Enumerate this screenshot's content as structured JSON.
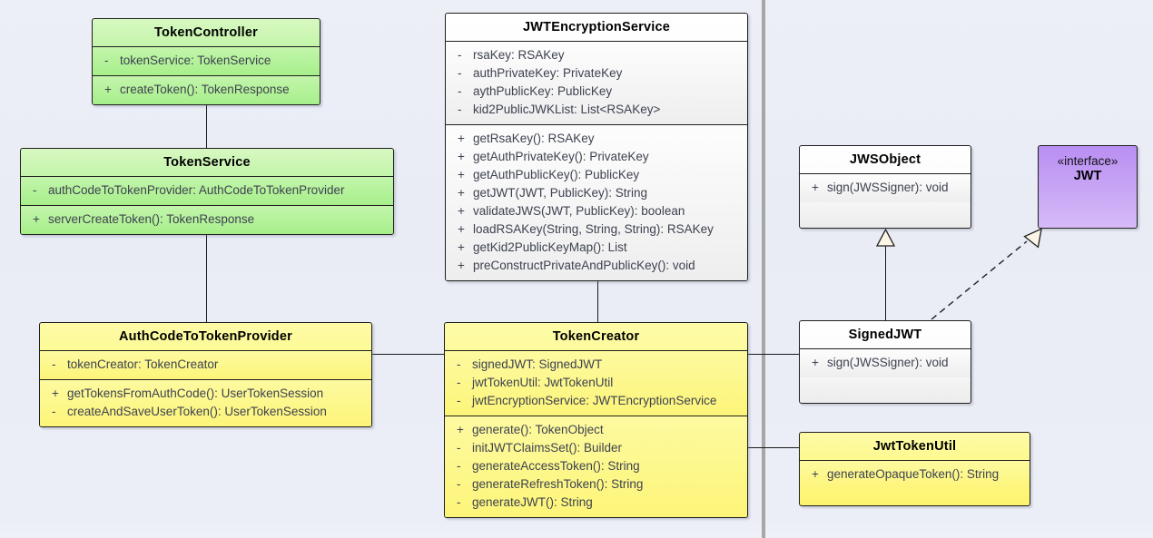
{
  "diagram": {
    "type": "uml-class-diagram",
    "background_color": "#eceef7",
    "divider_color": "#a6a6a6",
    "palette": {
      "green": "#a7ef8b",
      "yellow": "#fdf46f",
      "white": "#ffffff",
      "purple": "#c6a2f4",
      "border": "#1f1f1f",
      "arrow_fill": "#fdf5e6"
    }
  },
  "classes": {
    "token_controller": {
      "name": "TokenController",
      "attributes": [
        {
          "visibility": "-",
          "signature": "tokenService: TokenService"
        }
      ],
      "operations": [
        {
          "visibility": "+",
          "signature": "createToken(): TokenResponse"
        }
      ]
    },
    "token_service": {
      "name": "TokenService",
      "attributes": [
        {
          "visibility": "-",
          "signature": "authCodeToTokenProvider: AuthCodeToTokenProvider"
        }
      ],
      "operations": [
        {
          "visibility": "+",
          "signature": "serverCreateToken(): TokenResponse"
        }
      ]
    },
    "jwt_encryption_service": {
      "name": "JWTEncryptionService",
      "attributes": [
        {
          "visibility": "-",
          "signature": "rsaKey: RSAKey"
        },
        {
          "visibility": "-",
          "signature": "authPrivateKey: PrivateKey"
        },
        {
          "visibility": "-",
          "signature": "aythPublicKey: PublicKey"
        },
        {
          "visibility": "-",
          "signature": "kid2PublicJWKList: List<RSAKey>"
        }
      ],
      "operations": [
        {
          "visibility": "+",
          "signature": "getRsaKey(): RSAKey"
        },
        {
          "visibility": "+",
          "signature": "getAuthPrivateKey(): PrivateKey"
        },
        {
          "visibility": "+",
          "signature": "getAuthPublicKey(): PublicKey"
        },
        {
          "visibility": "+",
          "signature": "getJWT(JWT, PublicKey): String"
        },
        {
          "visibility": "+",
          "signature": "validateJWS(JWT, PublicKey): boolean"
        },
        {
          "visibility": "+",
          "signature": "loadRSAKey(String, String, String): RSAKey"
        },
        {
          "visibility": "+",
          "signature": "getKid2PublicKeyMap(): List"
        },
        {
          "visibility": "+",
          "signature": "preConstructPrivateAndPublicKey(): void"
        }
      ]
    },
    "auth_code_to_token_provider": {
      "name": "AuthCodeToTokenProvider",
      "attributes": [
        {
          "visibility": "-",
          "signature": "tokenCreator: TokenCreator"
        }
      ],
      "operations": [
        {
          "visibility": "+",
          "signature": "getTokensFromAuthCode(): UserTokenSession"
        },
        {
          "visibility": "-",
          "signature": "createAndSaveUserToken(): UserTokenSession"
        }
      ]
    },
    "token_creator": {
      "name": "TokenCreator",
      "attributes": [
        {
          "visibility": "-",
          "signature": "signedJWT: SignedJWT"
        },
        {
          "visibility": "-",
          "signature": "jwtTokenUtil: JwtTokenUtil"
        },
        {
          "visibility": "-",
          "signature": "jwtEncryptionService: JWTEncryptionService"
        }
      ],
      "operations": [
        {
          "visibility": "+",
          "signature": "generate(): TokenObject"
        },
        {
          "visibility": "-",
          "signature": "initJWTClaimsSet(): Builder"
        },
        {
          "visibility": "-",
          "signature": "generateAccessToken(): String"
        },
        {
          "visibility": "-",
          "signature": "generateRefreshToken(): String"
        },
        {
          "visibility": "-",
          "signature": "generateJWT(): String"
        }
      ]
    },
    "jws_object": {
      "name": "JWSObject",
      "attributes": [],
      "operations": [
        {
          "visibility": "+",
          "signature": "sign(JWSSigner): void"
        }
      ]
    },
    "signed_jwt": {
      "name": "SignedJWT",
      "attributes": [],
      "operations": [
        {
          "visibility": "+",
          "signature": "sign(JWSSigner): void"
        }
      ]
    },
    "jwt_interface": {
      "stereotype": "«interface»",
      "name": "JWT"
    },
    "jwt_token_util": {
      "name": "JwtTokenUtil",
      "attributes": [],
      "operations": [
        {
          "visibility": "+",
          "signature": "generateOpaqueToken(): String"
        }
      ]
    }
  },
  "relationships": [
    {
      "from": "TokenController",
      "to": "TokenService",
      "type": "association"
    },
    {
      "from": "TokenService",
      "to": "AuthCodeToTokenProvider",
      "type": "association"
    },
    {
      "from": "JWTEncryptionService",
      "to": "TokenCreator",
      "type": "association"
    },
    {
      "from": "AuthCodeToTokenProvider",
      "to": "TokenCreator",
      "type": "association"
    },
    {
      "from": "TokenCreator",
      "to": "SignedJWT",
      "type": "association"
    },
    {
      "from": "TokenCreator",
      "to": "JwtTokenUtil",
      "type": "association"
    },
    {
      "from": "SignedJWT",
      "to": "JWSObject",
      "type": "generalization"
    },
    {
      "from": "SignedJWT",
      "to": "JWT",
      "type": "realization"
    }
  ]
}
